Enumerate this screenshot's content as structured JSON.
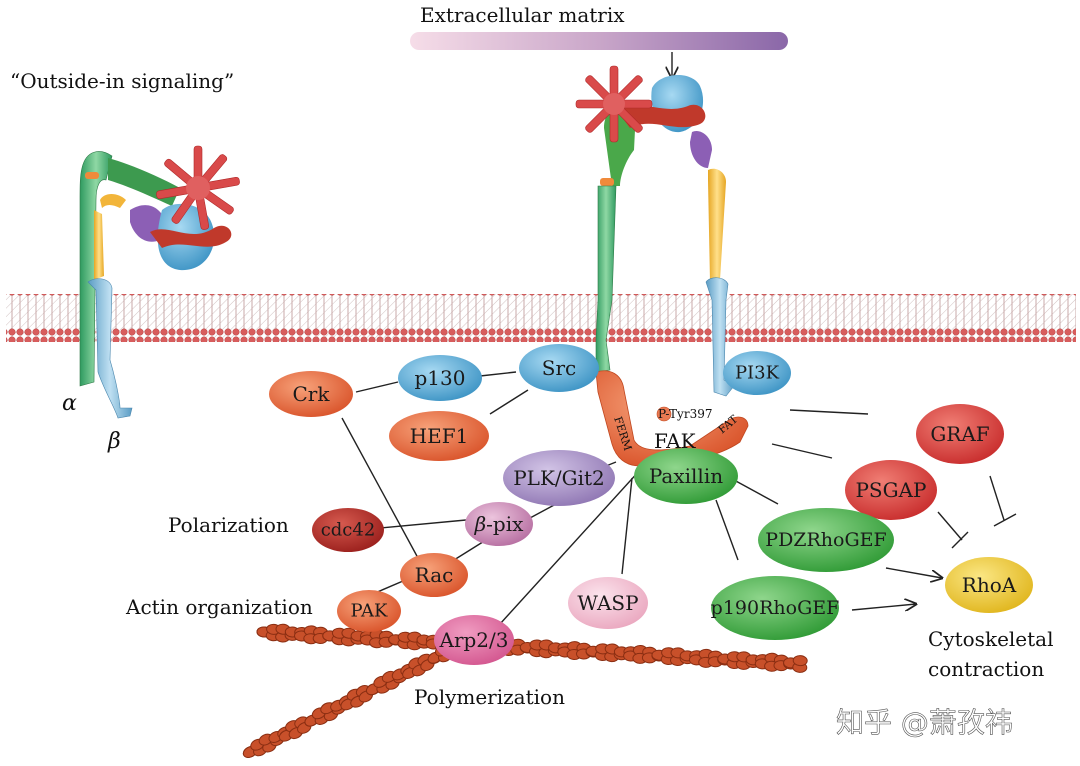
{
  "labels": {
    "extracellular": "Extracellular matrix",
    "outside_in": "“Outside-in signaling”",
    "alpha": "α",
    "beta": "β",
    "polarization": "Polarization",
    "actin_org": "Actin organization",
    "polymerization": "Polymerization",
    "cyto_line1": "Cytoskeletal",
    "cyto_line2": "contraction",
    "ferm": "FERM",
    "fat": "FAT",
    "ptyr": "P-Tyr397",
    "fak": "FAK",
    "watermark": "知乎 @萧孜祎"
  },
  "nodes": {
    "crk": "Crk",
    "p130": "p130",
    "src": "Src",
    "hef1": "HEF1",
    "pi3k": "PI3K",
    "graf": "GRAF",
    "plk": "PLK/Git2",
    "paxillin": "Paxillin",
    "psgap": "PSGAP",
    "cdc42": "cdc42",
    "bpix_prefix": "β",
    "bpix_suffix": "-pix",
    "pdz": "PDZRhoGEF",
    "rac": "Rac",
    "rhoa": "RhoA",
    "pak": "PAK",
    "wasp": "WASP",
    "p190": "p190RhoGEF",
    "arp": "Arp2/3"
  },
  "colors": {
    "orange_red": "#e4643b",
    "blue": "#4fa9d6",
    "purple": "#a993c7",
    "green": "#4cae4c",
    "red": "#d83a3a",
    "yellow": "#f0cc2c",
    "pink": "#f3c4d4",
    "dark_red": "#b22a26",
    "membrane": "#d45a5a"
  }
}
